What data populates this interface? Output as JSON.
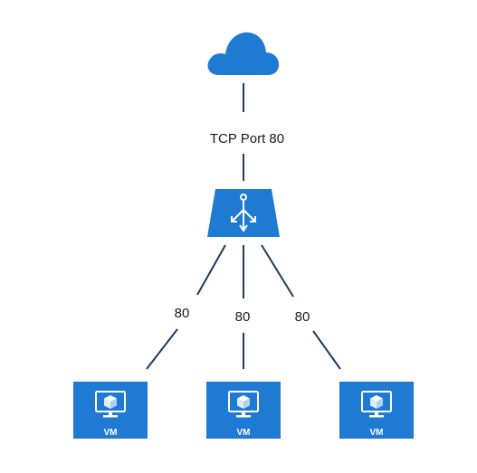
{
  "diagram": {
    "cloud": {
      "icon": "cloud-icon",
      "color": "#1f7ad4"
    },
    "load_balancer": {
      "icon": "load-balancer-icon",
      "color": "#1f7ad4"
    },
    "top_link_label": "TCP Port 80",
    "links": [
      {
        "label": "80"
      },
      {
        "label": "80"
      },
      {
        "label": "80"
      }
    ],
    "vms": [
      {
        "label": "VM",
        "icon": "monitor-cube-icon"
      },
      {
        "label": "VM",
        "icon": "monitor-cube-icon"
      },
      {
        "label": "VM",
        "icon": "monitor-cube-icon"
      }
    ],
    "line_color": "#1e3a5f"
  }
}
